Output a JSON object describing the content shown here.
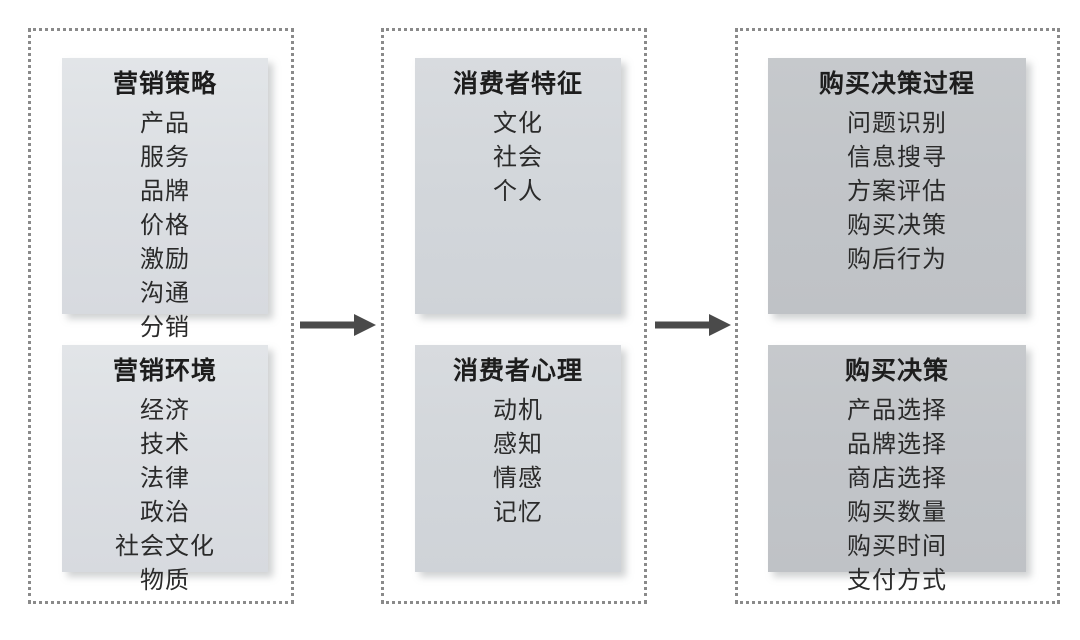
{
  "diagram": {
    "title_text": "",
    "colors": {
      "card_light": "#dfe2e5",
      "card_mid": "#d4d8dc",
      "card_dark": "#c4c7ca",
      "border_dotted": "#8a8a8a",
      "arrow": "#4a4a4a",
      "text": "#1d1d1d"
    },
    "groups": [
      {
        "name": "marketing-inputs",
        "cards": [
          {
            "title": "营销策略",
            "items": [
              "产品",
              "服务",
              "品牌",
              "价格",
              "激励",
              "沟通",
              "分销"
            ]
          },
          {
            "title": "营销环境",
            "items": [
              "经济",
              "技术",
              "法律",
              "政治",
              "社会文化",
              "物质"
            ]
          }
        ]
      },
      {
        "name": "consumer-black-box",
        "cards": [
          {
            "title": "消费者特征",
            "items": [
              "文化",
              "社会",
              "个人"
            ]
          },
          {
            "title": "消费者心理",
            "items": [
              "动机",
              "感知",
              "情感",
              "记忆"
            ]
          }
        ]
      },
      {
        "name": "buyer-responses",
        "cards": [
          {
            "title": "购买决策过程",
            "items": [
              "问题识别",
              "信息搜寻",
              "方案评估",
              "购买决策",
              "购后行为"
            ]
          },
          {
            "title": "购买决策",
            "items": [
              "产品选择",
              "品牌选择",
              "商店选择",
              "购买数量",
              "购买时间",
              "支付方式"
            ]
          }
        ]
      }
    ],
    "arrows": [
      {
        "name": "arrow-stage-1-to-2",
        "label": ""
      },
      {
        "name": "arrow-stage-2-to-3",
        "label": ""
      }
    ]
  }
}
